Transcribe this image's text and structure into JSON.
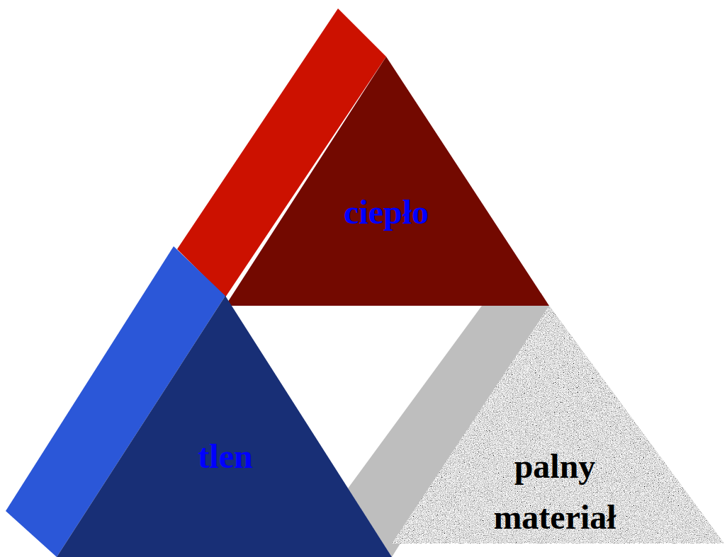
{
  "diagram": {
    "nodes": [
      {
        "text": [
          "ciepło"
        ]
      },
      {
        "text": [
          "tlen"
        ]
      },
      {
        "text": [
          "palny materiał"
        ]
      }
    ]
  }
}
